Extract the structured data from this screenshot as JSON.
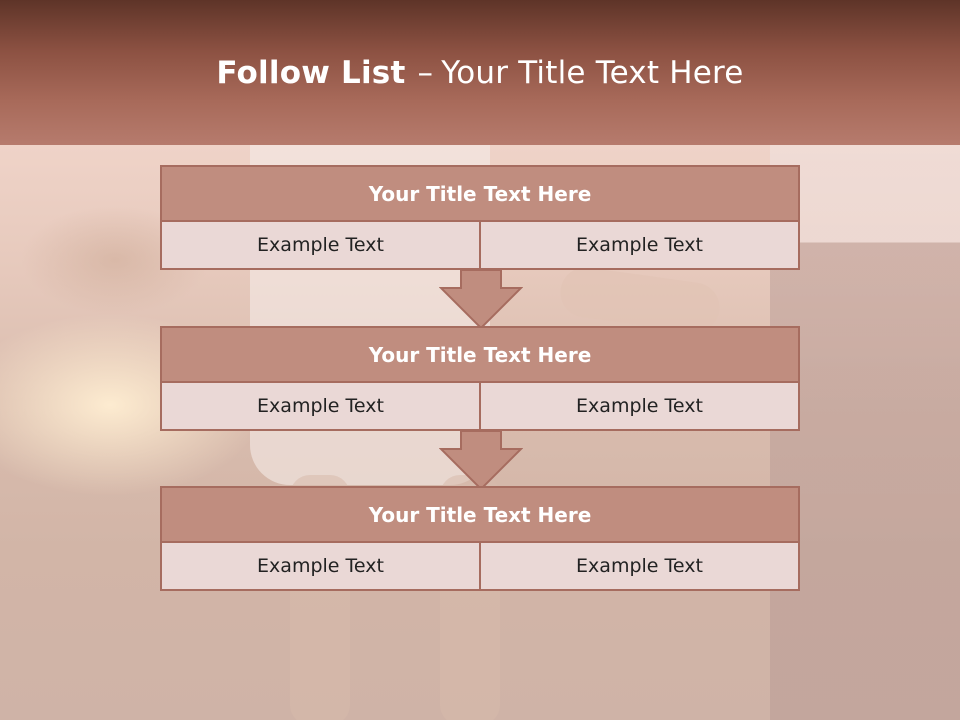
{
  "slide": {
    "title_bold": "Follow List",
    "title_dash": "–",
    "title_rest": "Your Title Text Here"
  },
  "steps": [
    {
      "title": "Your Title Text Here",
      "left": "Example Text",
      "right": "Example Text"
    },
    {
      "title": "Your Title Text Here",
      "left": "Example Text",
      "right": "Example Text"
    },
    {
      "title": "Your Title Text Here",
      "left": "Example Text",
      "right": "Example Text"
    }
  ],
  "colors": {
    "header_dark": "#5e3428",
    "header_light": "#b67b6d",
    "box_title_fill": "#c08d7f",
    "box_border": "#a66c5f",
    "cell_fill": "#ead8d6",
    "arrow_fill": "#c08d7f"
  }
}
